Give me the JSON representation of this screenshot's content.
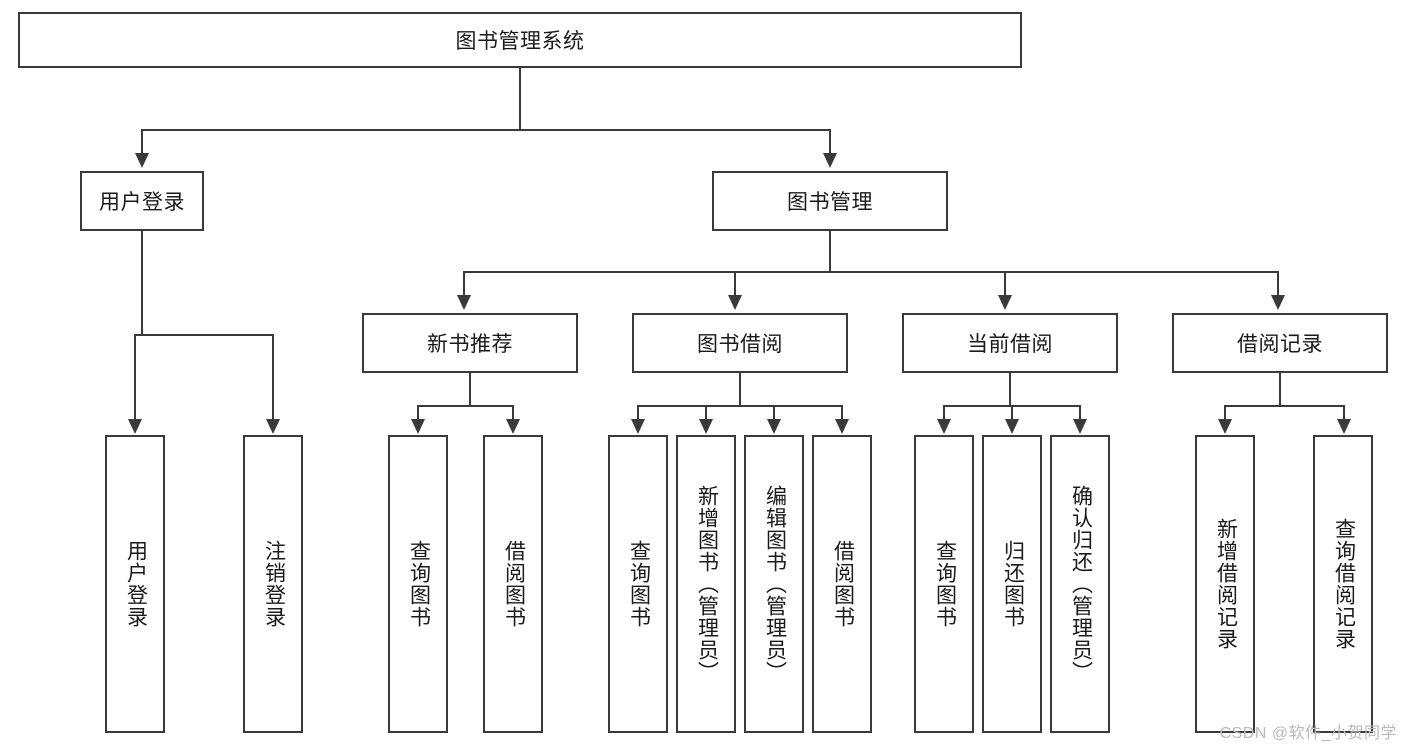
{
  "diagram": {
    "type": "tree",
    "title": "图书管理系统",
    "root": {
      "label": "图书管理系统"
    },
    "level2": [
      {
        "label": "用户登录"
      },
      {
        "label": "图书管理"
      }
    ],
    "level3": [
      {
        "label": "新书推荐"
      },
      {
        "label": "图书借阅"
      },
      {
        "label": "当前借阅"
      },
      {
        "label": "借阅记录"
      }
    ],
    "leaves": {
      "user_login": [
        {
          "label": "用户登录"
        },
        {
          "label": "注销登录"
        }
      ],
      "new_book": [
        {
          "label": "查询图书"
        },
        {
          "label": "借阅图书"
        }
      ],
      "book_borrow": [
        {
          "label": "查询图书"
        },
        {
          "label": "新增图书（管理员）"
        },
        {
          "label": "编辑图书（管理员）"
        },
        {
          "label": "借阅图书"
        }
      ],
      "current_borrow": [
        {
          "label": "查询图书"
        },
        {
          "label": "归还图书"
        },
        {
          "label": "确认归还（管理员）"
        }
      ],
      "borrow_record": [
        {
          "label": "新增借阅记录"
        },
        {
          "label": "查询借阅记录"
        }
      ]
    }
  },
  "watermark": {
    "text": "CSDN @软件_小贺同学"
  },
  "colors": {
    "stroke": "#3a3a3a",
    "background": "#ffffff",
    "text": "#1a1a1a",
    "watermark": "#b9b9b9"
  }
}
